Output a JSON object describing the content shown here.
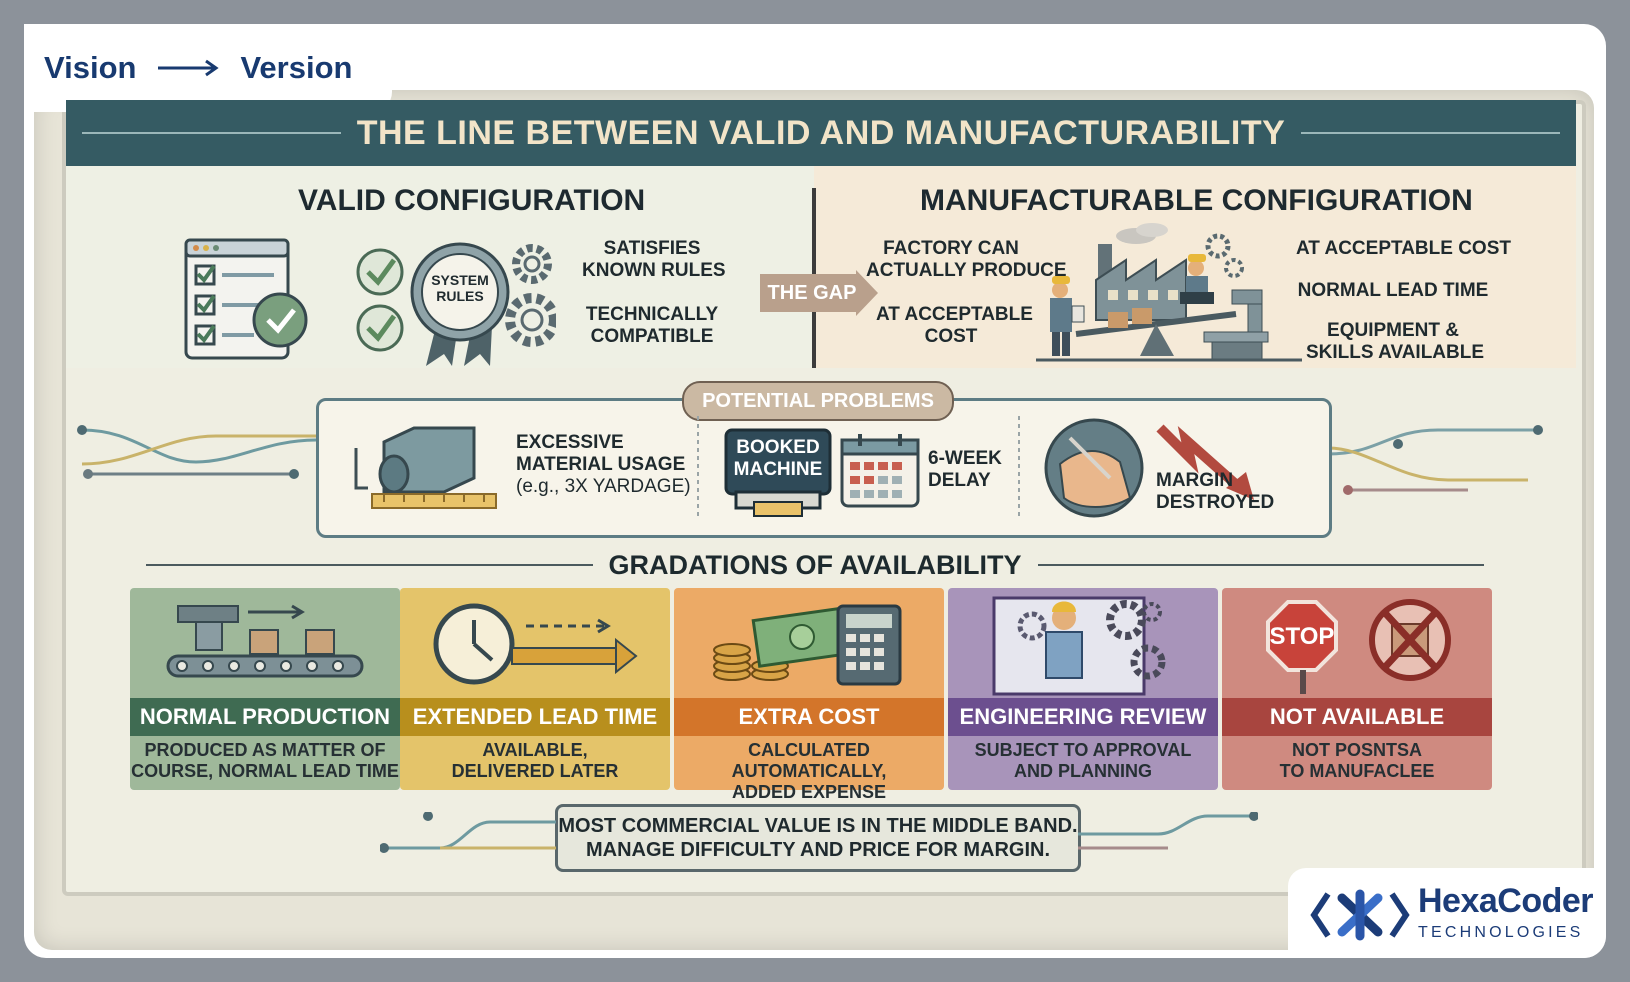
{
  "tab": {
    "left": "Vision",
    "right": "Version"
  },
  "title": "THE LINE BETWEEN VALID AND MANUFACTURABILITY",
  "valid": {
    "heading": "VALID CONFIGURATION",
    "seal": [
      "SYSTEM",
      "RULES"
    ],
    "points": [
      [
        "SATISFIES",
        "KNOWN RULES"
      ],
      [
        "TECHNICALLY",
        "COMPATIBLE"
      ]
    ]
  },
  "gap": "THE GAP",
  "manufacturable": {
    "heading": "MANUFACTURABLE CONFIGURATION",
    "left_points": [
      [
        "FACTORY CAN",
        "ACTUALLY PRODUCE"
      ],
      [
        "AT ACCEPTABLE",
        "COST"
      ]
    ],
    "right_points": [
      "AT ACCEPTABLE COST",
      "NORMAL LEAD TIME",
      [
        "EQUIPMENT &",
        "SKILLS AVAILABLE"
      ]
    ]
  },
  "problems": {
    "label": "POTENTIAL PROBLEMS",
    "items": [
      {
        "lines": [
          "EXCESSIVE",
          "MATERIAL USAGE",
          "(e.g., 3X YARDAGE)"
        ]
      },
      {
        "sign": [
          "BOOKED",
          "MACHINE"
        ],
        "lines": [
          "6-WEEK",
          "DELAY"
        ]
      },
      {
        "lines": [
          "MARGIN",
          "DESTROYED"
        ]
      }
    ]
  },
  "gradations": {
    "title": "GRADATIONS OF AVAILABILITY",
    "cards": [
      {
        "title": "NORMAL PRODUCTION",
        "desc": [
          "PRODUCED AS MATTER OF",
          "COURSE, NORMAL LEAD TIME"
        ],
        "bg": "#9fb89a",
        "band": "#3f6b52"
      },
      {
        "title": "EXTENDED LEAD TIME",
        "desc": [
          "AVAILABLE,",
          "DELIVERED LATER"
        ],
        "bg": "#e4c46a",
        "band": "#b88f1d"
      },
      {
        "title": "EXTRA COST",
        "desc": [
          "CALCULATED AUTOMATICALLY,",
          "ADDED EXPENSE"
        ],
        "bg": "#ecaa66",
        "band": "#d3752a"
      },
      {
        "title": "ENGINEERING REVIEW",
        "desc": [
          "SUBJECT TO APPROVAL",
          "AND PLANNING"
        ],
        "bg": "#a894ba",
        "band": "#6c4f8f"
      },
      {
        "title": "NOT AVAILABLE",
        "desc": [
          "NOT POSNTSA",
          "TO MANUFACLEE"
        ],
        "bg": "#cf8a80",
        "band": "#a8453f"
      }
    ],
    "stop_sign": "STOP"
  },
  "note": [
    "MOST COMMERCIAL VALUE IS IN THE MIDDLE BAND.",
    "MANAGE DIFFICULTY AND PRICE FOR MARGIN."
  ],
  "logo": {
    "name": "HexaCoder",
    "sub": "TECHNOLOGIES"
  }
}
